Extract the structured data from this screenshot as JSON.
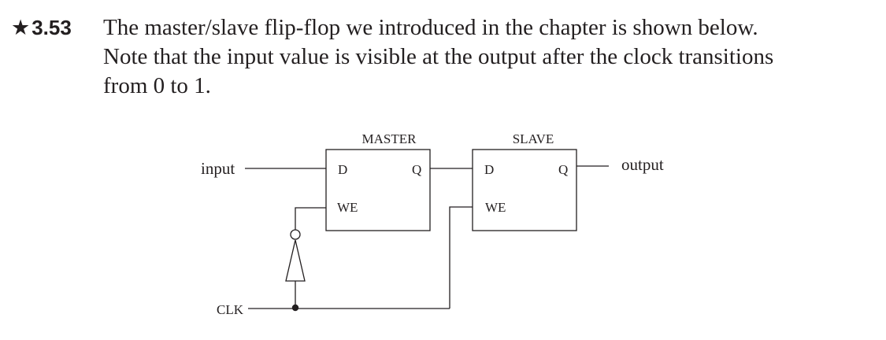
{
  "problem": {
    "star": "★",
    "number": "3.53",
    "lines": [
      "The master/slave flip-flop we introduced in the chapter is shown below.",
      "Note that the input value is visible at the output after the clock transitions",
      "from 0 to 1."
    ]
  },
  "diagram": {
    "master": {
      "title": "MASTER",
      "d_port": "D",
      "q_port": "Q",
      "we_port": "WE"
    },
    "slave": {
      "title": "SLAVE",
      "d_port": "D",
      "q_port": "Q",
      "we_port": "WE"
    },
    "input_label": "input",
    "output_label": "output",
    "clock_label": "CLK"
  }
}
